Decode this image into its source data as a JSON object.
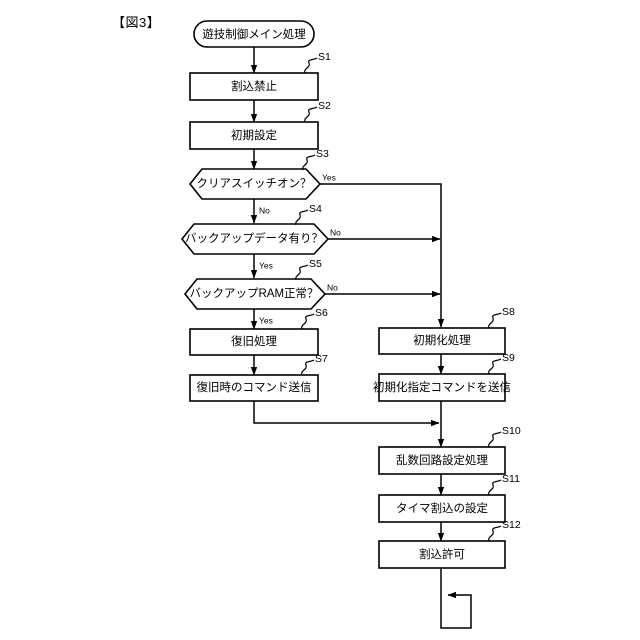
{
  "figure": {
    "title": "【図3】",
    "caption_position": "top-left"
  },
  "chart_data": {
    "type": "diagram",
    "diagram_type": "flowchart",
    "title": "【図3】",
    "orientation": "top-to-bottom",
    "nodes": [
      {
        "id": "start",
        "shape": "terminator",
        "label": "遊技制御メイン処理",
        "step": ""
      },
      {
        "id": "s1",
        "shape": "process",
        "label": "割込禁止",
        "step": "S1"
      },
      {
        "id": "s2",
        "shape": "process",
        "label": "初期設定",
        "step": "S2"
      },
      {
        "id": "s3",
        "shape": "decision",
        "label": "クリアスイッチオン？",
        "step": "S3"
      },
      {
        "id": "s4",
        "shape": "decision",
        "label": "バックアップデータ有り？",
        "step": "S4"
      },
      {
        "id": "s5",
        "shape": "decision",
        "label": "バックアップRAM正常？",
        "step": "S5"
      },
      {
        "id": "s6",
        "shape": "process",
        "label": "復旧処理",
        "step": "S6"
      },
      {
        "id": "s7",
        "shape": "process",
        "label": "復旧時のコマンド送信",
        "step": "S7"
      },
      {
        "id": "s8",
        "shape": "process",
        "label": "初期化処理",
        "step": "S8"
      },
      {
        "id": "s9",
        "shape": "process",
        "label": "初期化指定コマンドを送信",
        "step": "S9"
      },
      {
        "id": "s10",
        "shape": "process",
        "label": "乱数回路設定処理",
        "step": "S10"
      },
      {
        "id": "s11",
        "shape": "process",
        "label": "タイマ割込の設定",
        "step": "S11"
      },
      {
        "id": "s12",
        "shape": "process",
        "label": "割込許可",
        "step": "S12"
      }
    ],
    "edges": [
      {
        "from": "start",
        "to": "s1",
        "label": ""
      },
      {
        "from": "s1",
        "to": "s2",
        "label": ""
      },
      {
        "from": "s2",
        "to": "s3",
        "label": ""
      },
      {
        "from": "s3",
        "to": "s4",
        "label": "No"
      },
      {
        "from": "s3",
        "to": "s8",
        "label": "Yes"
      },
      {
        "from": "s4",
        "to": "s5",
        "label": "Yes"
      },
      {
        "from": "s4",
        "to": "s8",
        "label": "No"
      },
      {
        "from": "s5",
        "to": "s6",
        "label": "Yes"
      },
      {
        "from": "s5",
        "to": "s8",
        "label": "No"
      },
      {
        "from": "s6",
        "to": "s7",
        "label": ""
      },
      {
        "from": "s7",
        "to": "s10",
        "label": ""
      },
      {
        "from": "s8",
        "to": "s9",
        "label": ""
      },
      {
        "from": "s9",
        "to": "s10",
        "label": ""
      },
      {
        "from": "s10",
        "to": "s11",
        "label": ""
      },
      {
        "from": "s11",
        "to": "s12",
        "label": ""
      },
      {
        "from": "s12",
        "to": "s12-loop",
        "label": ""
      }
    ],
    "branch_labels": {
      "s3_yes": "Yes",
      "s3_no": "No",
      "s4_no": "No",
      "s4_yes": "Yes",
      "s5_no": "No",
      "s5_yes": "Yes"
    },
    "colors": {
      "stroke": "#000000",
      "fill": "#ffffff",
      "background": "#ffffff"
    }
  }
}
